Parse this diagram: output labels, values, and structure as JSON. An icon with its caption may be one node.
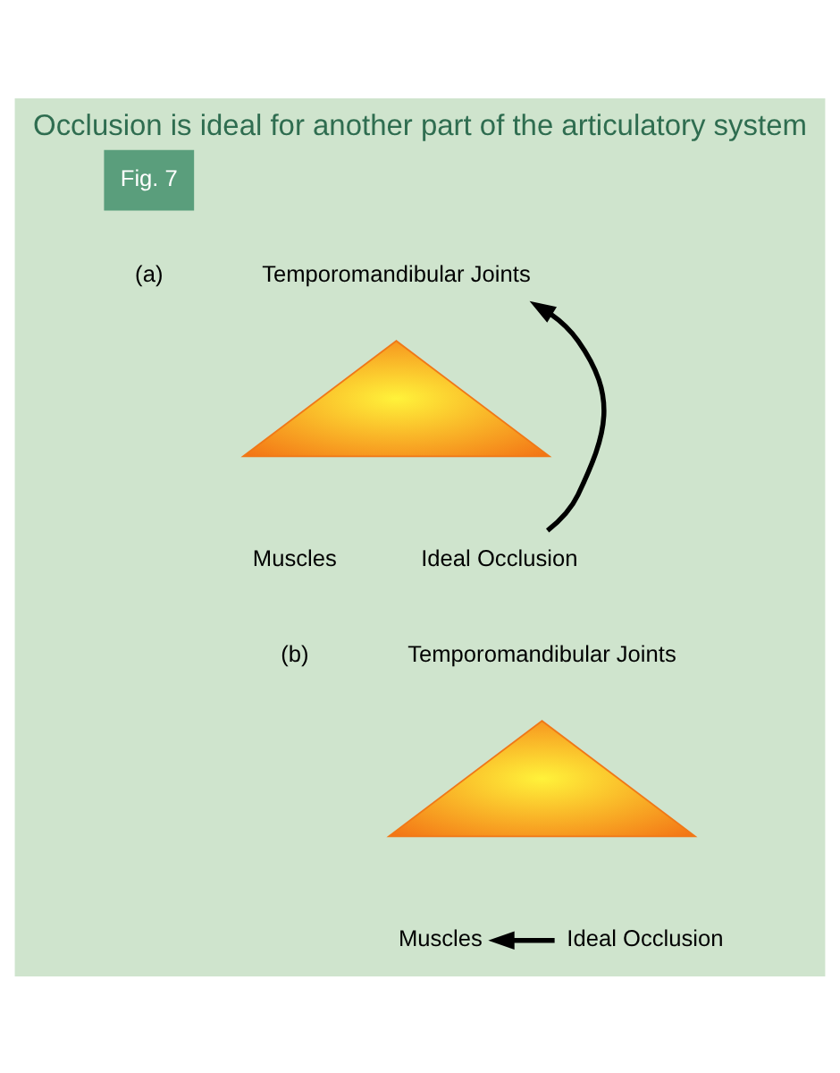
{
  "diagram": {
    "title": "Occlusion is ideal for another part of the articulatory system",
    "nodes": [
      {
        "text": [
          "Temporomandibular Joints"
        ]
      },
      {
        "text": [
          "Muscles"
        ]
      },
      {
        "text": [
          "Ideal Occlusion"
        ]
      },
      {
        "text": [],
        "shape": "triangle"
      },
      {
        "text": [
          "Temporomandibular Joints"
        ]
      },
      {
        "text": [
          "Muscles"
        ]
      },
      {
        "text": [
          "Ideal Occlusion"
        ]
      },
      {
        "text": [],
        "shape": "triangle"
      }
    ],
    "edges": [
      {
        "from": 2,
        "to": 0,
        "arrow": "to"
      },
      {
        "from": 6,
        "to": 5,
        "arrow": "to"
      }
    ],
    "labels": [
      "Fig. 7",
      "(a)",
      "(b)"
    ]
  }
}
